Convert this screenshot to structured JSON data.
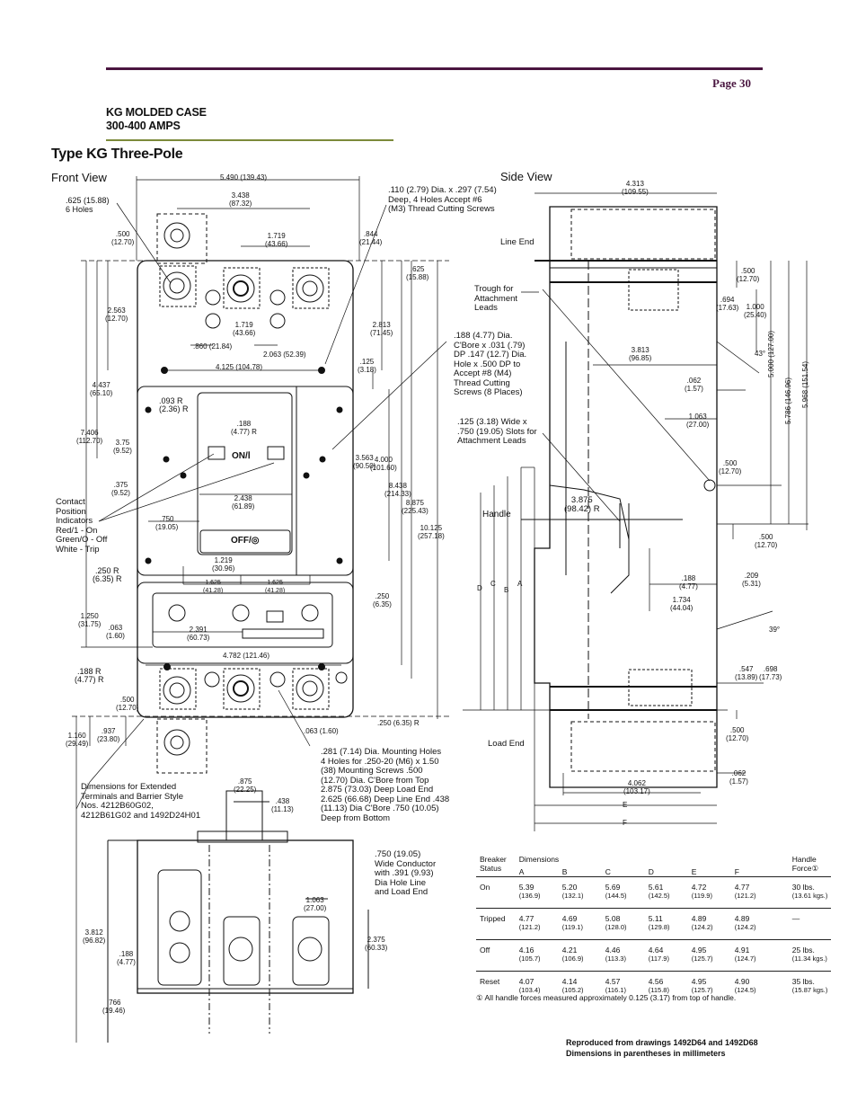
{
  "header": {
    "page_number": "Page 30"
  },
  "section": {
    "line1": "KG MOLDED CASE",
    "line2": "300-400 AMPS"
  },
  "title": "Type KG Three-Pole",
  "front_view": {
    "label": "Front View",
    "dims": {
      "overall_width": "5.490 (139.43)",
      "d3438": "3.438\n(87.32)",
      "d1719a": "1.719\n(43.66)",
      "d500a": ".500\n(12.70)",
      "d625": ".625 (15.88)\n6 Holes",
      "d844": ".844\n(21.44)",
      "d625b": ".625\n(15.88)",
      "d2563": "2.563\n(12.70)",
      "d1719b": "1.719\n(43.66)",
      "d860": ".860 (21.84)",
      "d2063": "2.063 (52.39)",
      "d4125": "4.125 (104.78)",
      "d2813": "2.813\n(71.45)",
      "d125": ".125\n(3.18)",
      "d4437": "4.437\n(65.10)",
      "d093": ".093 R\n(2.36) R",
      "d188a": ".188\n(4.77) R",
      "d7406": "7.406\n(112.70)",
      "d375a": "3.75\n(9.52)",
      "d375b": ".375\n(9.52)",
      "d2438": "2.438\n(61.89)",
      "d750a": ".750\n(19.05)",
      "d3563": "3.563\n(90.50)",
      "d4000": "4.000\n(101.60)",
      "d8438": "8.438\n(214.33)",
      "d8875": "8.875\n(225.43)",
      "d10125": "10.125\n(257.18)",
      "d250r": ".250 R\n(6.35) R",
      "d1219": "1.219\n(30.96)",
      "d1625a": "1.625\n(41.28)",
      "d1625b": "1.625\n(41.28)",
      "d250a": ".250\n(6.35)",
      "d1250": "1.250\n(31.75)",
      "d063a": ".063\n(1.60)",
      "d2391": "2.391\n(60.73)",
      "d4782": "4.782 (121.46)",
      "d188r": ".188 R\n(4.77) R",
      "d500b": ".500\n(12.70)",
      "d1160": "1.160\n(29.49)",
      "d937": ".937\n(23.80)",
      "d063b": ".063 (1.60)",
      "d250b": ".250 (6.35) R"
    },
    "notes": {
      "screw_holes": ".110 (2.79) Dia. x .297 (7.54)\nDeep, 4 Holes Accept #6\n(M3) Thread Cutting Screws",
      "cbore": ".188 (4.77) Dia.\nC'Bore x .031 (.79)\nDP .147 (12.7) Dia.\nHole x .500 DP to\nAccept #8 (M4)\nThread Cutting\nScrews (8 Places)",
      "contact": "Contact\nPosition\nIndicators\nRed/1 - On\nGreen/O - Off\nWhite - Trip",
      "mounting": ".281 (7.14) Dia. Mounting Holes\n4 Holes for .250-20 (M6) x 1.50\n(38) Mounting Screws .500\n(12.70) Dia. C'Bore from Top\n2.875 (73.03) Deep Load End\n2.625 (66.68) Deep Line End .438\n(11.13) Dia C'Bore .750 (10.05)\nDeep from Bottom",
      "extended": "Dimensions for Extended\nTerminals and Barrier Style\nNos. 4212B60G02,\n4212B61G02 and 1492D24H01"
    },
    "on_label": "ON/Ⅰ",
    "off_label": "OFF/◎"
  },
  "bottom_view": {
    "dims": {
      "d875": ".875\n(22.25)",
      "d438": ".438\n(11.13)",
      "d750note": ".750 (19.05)\nWide Conductor\nwith .391 (9.93)\nDia Hole Line\nand Load End",
      "d1063": "1.063\n(27.00)",
      "d3812": "3.812\n(96.82)",
      "d188": ".188\n(4.77)",
      "d2375": "2.375\n(60.33)",
      "d766": ".766\n(19.46)"
    }
  },
  "side_view": {
    "label": "Side View",
    "labels": {
      "line_end": "Line End",
      "load_end": "Load End",
      "trough": "Trough for\nAttachment\nLeads",
      "slots": ".125 (3.18) Wide x\n.750 (19.05) Slots for\nAttachment Leads",
      "handle": "Handle",
      "A": "A",
      "B": "B",
      "C": "C",
      "D": "D",
      "E": "E",
      "F": "F"
    },
    "dims": {
      "d4313": "4.313\n(109.55)",
      "d500a": ".500\n(12.70)",
      "d694": ".694\n(17.63)",
      "d1000": "1.000\n(25.40)",
      "d43": "43°",
      "d3813": "3.813\n(96.85)",
      "d062a": ".062\n(1.57)",
      "d1063": "1.063\n(27.00)",
      "d5000": "5.000 (127.00)",
      "d5786": "5.786 (146.96)",
      "d5968": "5.968 (151.54)",
      "d500b": ".500\n(12.70)",
      "d3875": "3.875\n(98.42) R",
      "d500c": ".500\n(12.70)",
      "d188": ".188\n(4.77)",
      "d209": ".209\n(5.31)",
      "d1734": "1.734\n(44.04)",
      "d39": "39°",
      "d547": ".547\n(13.89)",
      "d698": ".698\n(17.73)",
      "d500d": ".500\n(12.70)",
      "d062b": ".062\n(1.57)",
      "d4062": "4.062\n(103.17)"
    }
  },
  "table": {
    "header_status": "Breaker\nStatus",
    "header_dims": "Dimensions",
    "header_force": "Handle\nForce①",
    "cols": [
      "A",
      "B",
      "C",
      "D",
      "E",
      "F"
    ],
    "rows": [
      {
        "status": "On",
        "vals": [
          [
            "5.39",
            "(136.9)"
          ],
          [
            "5.20",
            "(132.1)"
          ],
          [
            "5.69",
            "(144.5)"
          ],
          [
            "5.61",
            "(142.5)"
          ],
          [
            "4.72",
            "(119.9)"
          ],
          [
            "4.77",
            "(121.2)"
          ]
        ],
        "force": [
          "30 lbs.",
          "(13.61 kgs.)"
        ]
      },
      {
        "status": "Tripped",
        "vals": [
          [
            "4.77",
            "(121.2)"
          ],
          [
            "4.69",
            "(119.1)"
          ],
          [
            "5.08",
            "(128.0)"
          ],
          [
            "5.11",
            "(129.8)"
          ],
          [
            "4.89",
            "(124.2)"
          ],
          [
            "4.89",
            "(124.2)"
          ]
        ],
        "force": [
          "—",
          ""
        ]
      },
      {
        "status": "Off",
        "vals": [
          [
            "4.16",
            "(105.7)"
          ],
          [
            "4.21",
            "(106.9)"
          ],
          [
            "4.46",
            "(113.3)"
          ],
          [
            "4.64",
            "(117.9)"
          ],
          [
            "4.95",
            "(125.7)"
          ],
          [
            "4.91",
            "(124.7)"
          ]
        ],
        "force": [
          "25 lbs.",
          "(11.34 kgs.)"
        ]
      },
      {
        "status": "Reset",
        "vals": [
          [
            "4.07",
            "(103.4)"
          ],
          [
            "4.14",
            "(105.2)"
          ],
          [
            "4.57",
            "(116.1)"
          ],
          [
            "4.56",
            "(115.8)"
          ],
          [
            "4.95",
            "(125.7)"
          ],
          [
            "4.90",
            "(124.5)"
          ]
        ],
        "force": [
          "35 lbs.",
          "(15.87 kgs.)"
        ]
      }
    ]
  },
  "footnote": "① All handle forces measured approximately 0.125 (3.17) from top of handle.",
  "reproduced": {
    "line1": "Reproduced from drawings 1492D64 and 1492D68",
    "line2": "Dimensions in parentheses in millimeters"
  }
}
